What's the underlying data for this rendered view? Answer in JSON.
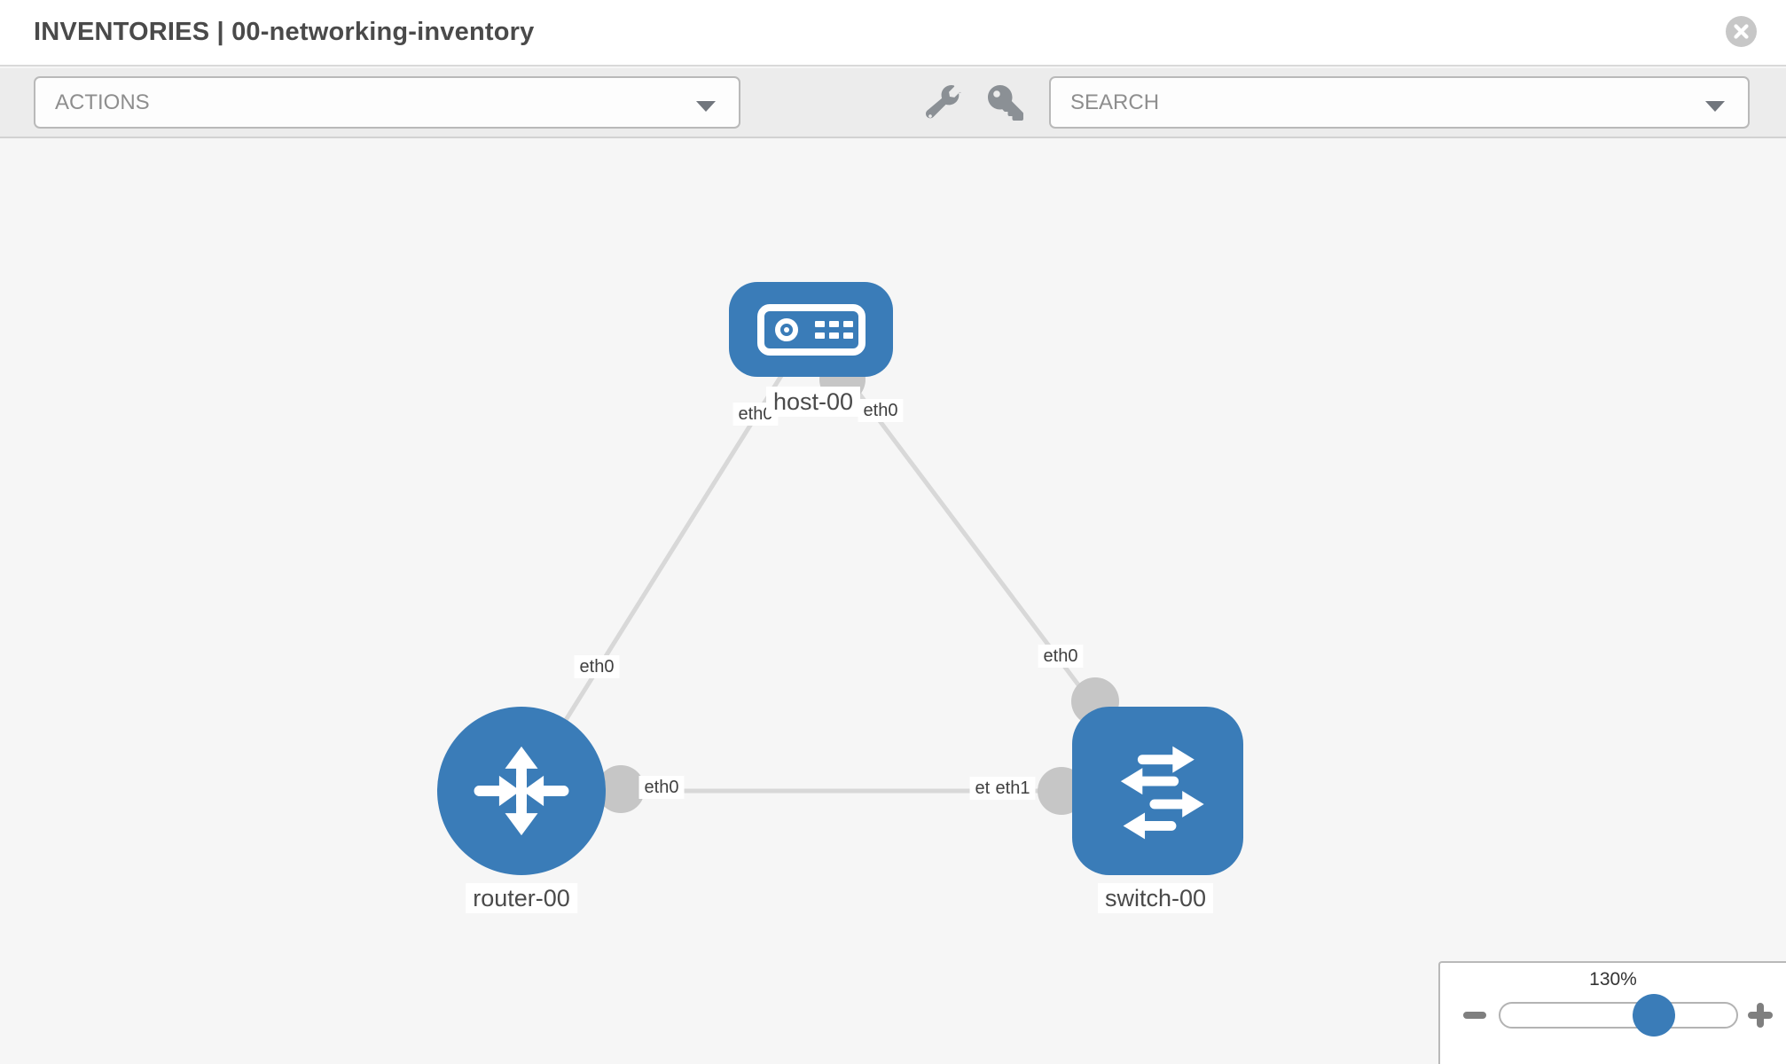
{
  "header": {
    "title": "INVENTORIES | 00-networking-inventory"
  },
  "toolbar": {
    "actions_placeholder": "ACTIONS",
    "search_placeholder": "SEARCH",
    "icons": [
      "wrench-icon",
      "key-icon"
    ]
  },
  "topology": {
    "nodes": {
      "host": {
        "label": "host-00",
        "type": "host"
      },
      "router": {
        "label": "router-00",
        "type": "router"
      },
      "switch": {
        "label": "switch-00",
        "type": "switch"
      }
    },
    "links": [
      {
        "from": "router-00",
        "to": "host-00"
      },
      {
        "from": "host-00",
        "to": "switch-00"
      },
      {
        "from": "router-00",
        "to": "switch-00"
      }
    ],
    "interface_labels": {
      "host_left": "eth0",
      "host_right": "eth0",
      "router_top": "eth0",
      "switch_top": "eth0",
      "router_right": "eth0",
      "switch_left_back": "eth0",
      "switch_left_front": "eth1"
    }
  },
  "zoom_control": {
    "level": "130%",
    "icons": [
      "minus-icon",
      "plus-icon"
    ]
  },
  "colors": {
    "node_blue": "#3a7cb8",
    "link_gray": "#d8d8d8",
    "port_gray": "#c6c6c6",
    "icon_gray": "#8b9095",
    "toolbar_bg": "#ececec",
    "canvas_bg": "#f6f6f6"
  }
}
